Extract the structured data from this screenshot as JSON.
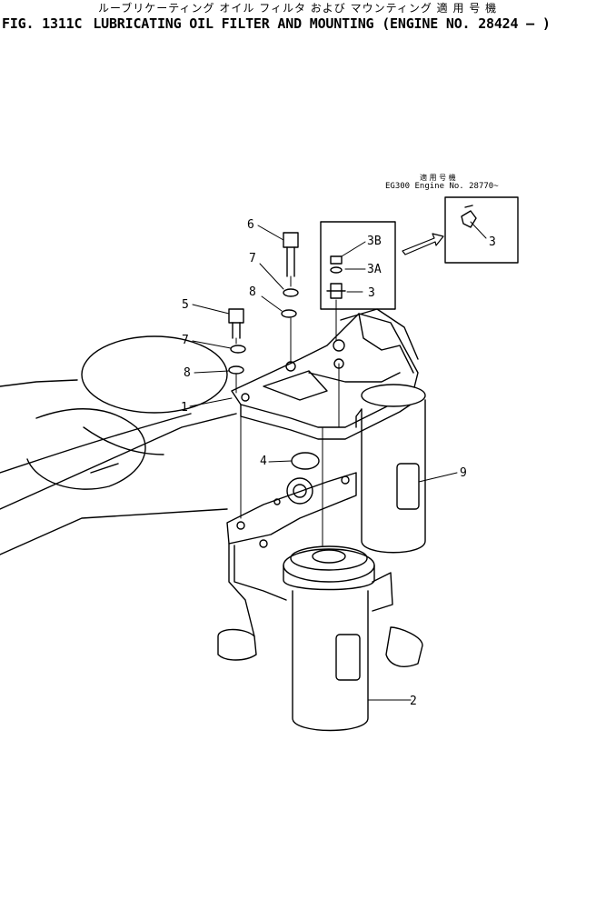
{
  "title": {
    "japanese": "ルーブリケーティング オイル フィルタ および マウンティング 適 用 号 機",
    "figure": "FIG. 1311C",
    "english": "LUBRICATING OIL FILTER AND MOUNTING (ENGINE NO. 28424 — )"
  },
  "note": {
    "japanese": "適 用 号 機",
    "english": "EG300 Engine No. 28770~"
  },
  "callouts": {
    "p1": "1",
    "p2": "2",
    "p3_main": "3",
    "p3_inset": "3",
    "p3a": "3A",
    "p3b": "3B",
    "p4": "4",
    "p5": "5",
    "p6": "6",
    "p7_upper": "7",
    "p7_lower": "7",
    "p8_upper": "8",
    "p8_lower": "8",
    "p9": "9"
  }
}
